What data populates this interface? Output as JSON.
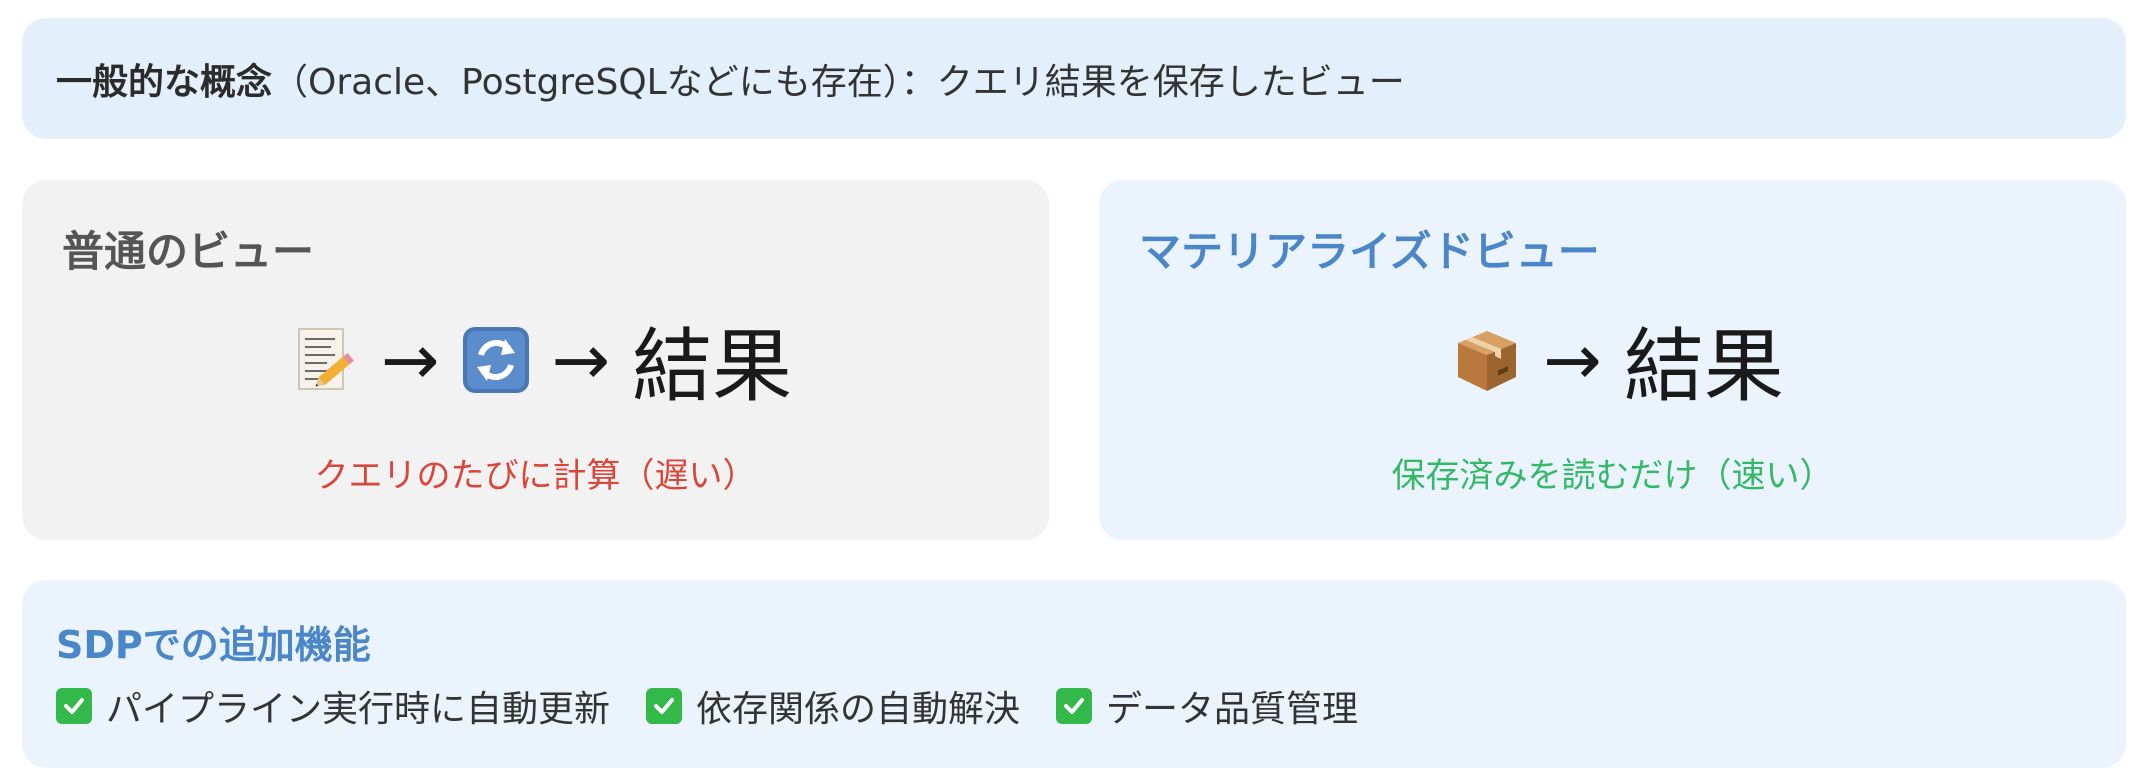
{
  "intro": {
    "bold": "一般的な概念",
    "rest": "（Oracle、PostgreSQLなどにも存在）：クエリ結果を保存したビュー"
  },
  "normal_view": {
    "title": "普通のビュー",
    "flow": {
      "icons": [
        "memo-icon",
        "refresh-icon"
      ],
      "arrow": "→",
      "result": "結果"
    },
    "caption": "クエリのたびに計算（遅い）"
  },
  "materialized_view": {
    "title": "マテリアライズドビュー",
    "flow": {
      "icons": [
        "package-icon"
      ],
      "arrow": "→",
      "result": "結果"
    },
    "caption": "保存済みを読むだけ（速い）"
  },
  "sdp": {
    "title": "SDPでの追加機能",
    "features": [
      "パイプライン実行時に自動更新",
      "依存関係の自動解決",
      "データ品質管理"
    ]
  },
  "colors": {
    "accent_blue": "#4a86c8",
    "slow_red": "#d9463a",
    "fast_green": "#35b868",
    "check_green": "#33b94a"
  }
}
